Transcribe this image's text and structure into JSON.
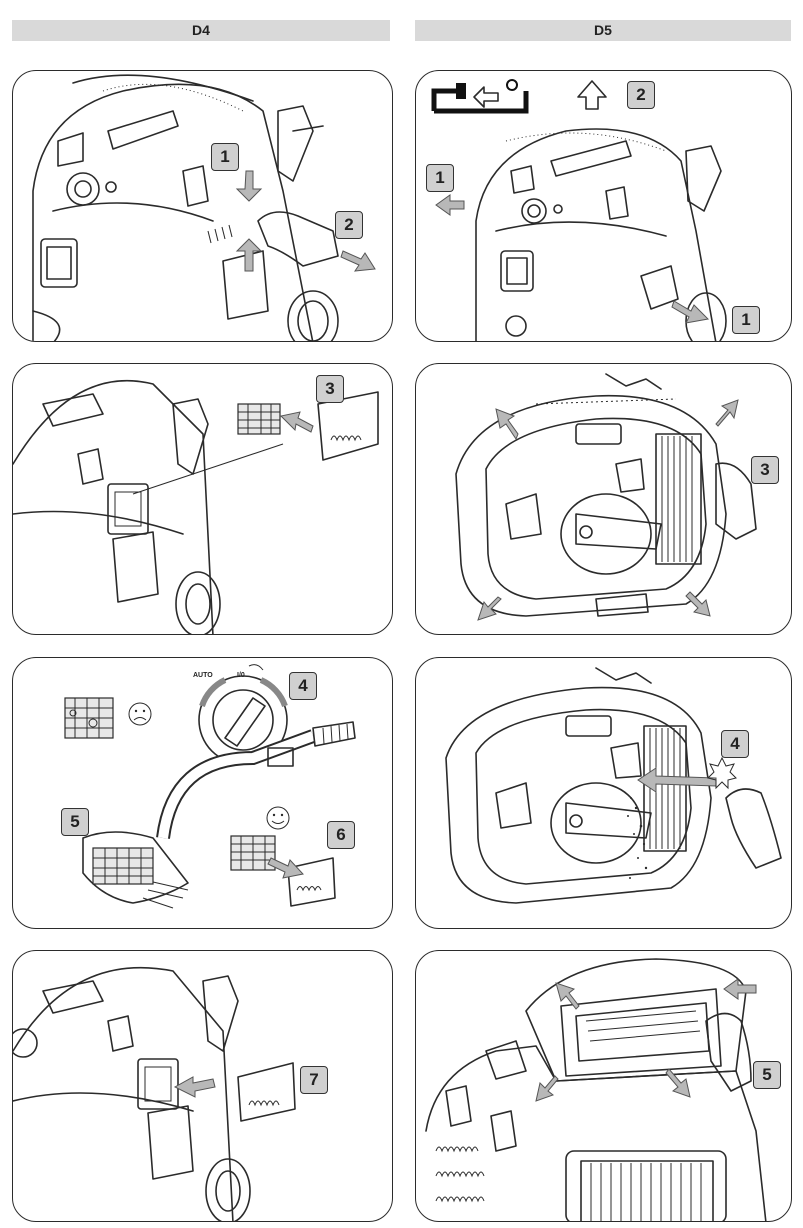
{
  "columns": [
    {
      "heading": "D4"
    },
    {
      "heading": "D5"
    }
  ],
  "panels": {
    "d4_1": {
      "steps": [
        "1",
        "2"
      ]
    },
    "d4_2": {
      "steps": [
        "3"
      ]
    },
    "d4_3": {
      "steps": [
        "4",
        "5",
        "6"
      ],
      "dial": {
        "auto": "AUTO",
        "off": "I/0"
      },
      "faces": {
        "dirty": "sad-face-icon",
        "clean": "smiley-face-icon"
      }
    },
    "d4_4": {
      "steps": [
        "7"
      ]
    },
    "d5_1": {
      "steps": [
        "2",
        "1",
        "1"
      ],
      "icons": [
        "unplug-icon",
        "arrow-up-icon"
      ]
    },
    "d5_2": {
      "steps": [
        "3"
      ]
    },
    "d5_3": {
      "steps": [
        "4"
      ]
    },
    "d5_4": {
      "steps": [
        "5"
      ]
    }
  },
  "colors": {
    "header_bg": "#d9d9d9",
    "badge_bg": "#d0d0d0",
    "arrow": "#9a9a9a",
    "line": "#2b2b2b"
  }
}
